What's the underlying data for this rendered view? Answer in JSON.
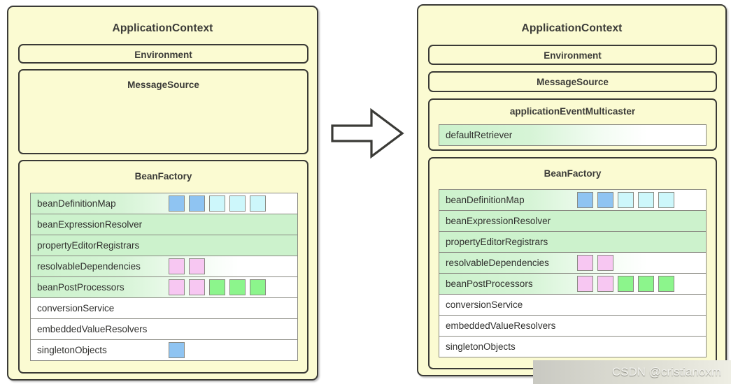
{
  "diagram": {
    "title_left": "ApplicationContext",
    "title_right": "ApplicationContext",
    "arrow_icon": "right-block-arrow-icon",
    "colors": {
      "panel_bg": "#fbfbd2",
      "panel_border": "#3a3a36",
      "row_green": "#ccf2cc",
      "row_white": "#ffffff",
      "chip_blue": "#8fc4f2",
      "chip_cyan": "#cdf7fb",
      "chip_pink": "#f7c7f2",
      "chip_green": "#8cf58c"
    }
  },
  "left_panel": {
    "title": "ApplicationContext",
    "environment": {
      "title": "Environment"
    },
    "message_source": {
      "title": "MessageSource"
    },
    "bean_factory": {
      "title": "BeanFactory",
      "rows": [
        {
          "label": "beanDefinitionMap",
          "bg": "grad",
          "chips": [
            "blue",
            "blue",
            "cyan",
            "cyan",
            "cyan"
          ]
        },
        {
          "label": "beanExpressionResolver",
          "bg": "green",
          "chips": []
        },
        {
          "label": "propertyEditorRegistrars",
          "bg": "green",
          "chips": []
        },
        {
          "label": "resolvableDependencies",
          "bg": "grad",
          "chips": [
            "pink",
            "pink"
          ]
        },
        {
          "label": "beanPostProcessors",
          "bg": "grad",
          "chips": [
            "pink",
            "pink",
            "green",
            "green",
            "green"
          ]
        },
        {
          "label": "conversionService",
          "bg": "white",
          "chips": []
        },
        {
          "label": "embeddedValueResolvers",
          "bg": "white",
          "chips": []
        },
        {
          "label": "singletonObjects",
          "bg": "white",
          "chips": [
            "blue"
          ]
        }
      ]
    }
  },
  "right_panel": {
    "title": "ApplicationContext",
    "environment": {
      "title": "Environment"
    },
    "message_source": {
      "title": "MessageSource"
    },
    "application_event_multicaster": {
      "title": "applicationEventMulticaster",
      "rows": [
        {
          "label": "defaultRetriever",
          "bg": "grad",
          "chips": []
        }
      ]
    },
    "bean_factory": {
      "title": "BeanFactory",
      "rows": [
        {
          "label": "beanDefinitionMap",
          "bg": "grad",
          "chips": [
            "blue",
            "blue",
            "cyan",
            "cyan",
            "cyan"
          ]
        },
        {
          "label": "beanExpressionResolver",
          "bg": "green",
          "chips": []
        },
        {
          "label": "propertyEditorRegistrars",
          "bg": "green",
          "chips": []
        },
        {
          "label": "resolvableDependencies",
          "bg": "grad",
          "chips": [
            "pink",
            "pink"
          ]
        },
        {
          "label": "beanPostProcessors",
          "bg": "grad",
          "chips": [
            "pink",
            "pink",
            "green",
            "green",
            "green"
          ]
        },
        {
          "label": "conversionService",
          "bg": "white",
          "chips": []
        },
        {
          "label": "embeddedValueResolvers",
          "bg": "white",
          "chips": []
        },
        {
          "label": "singletonObjects",
          "bg": "white",
          "chips": []
        }
      ]
    }
  },
  "watermark": {
    "text": "CSDN @cristianoxm"
  }
}
